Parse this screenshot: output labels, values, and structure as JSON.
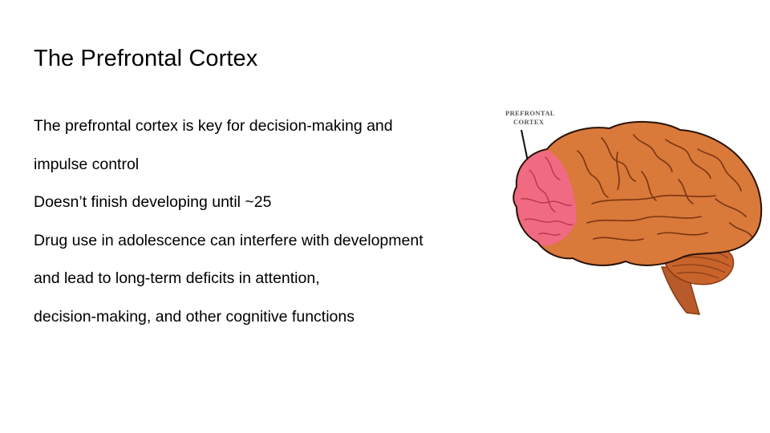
{
  "slide": {
    "title": "The Prefrontal Cortex",
    "body_lines": [
      "The prefrontal cortex is key for decision-making and",
      "impulse control",
      "Doesn’t finish developing until ~25",
      "Drug use in adolescence can interfere with development",
      "and lead to long-term deficits in attention,",
      "decision-making, and other cognitive functions"
    ]
  },
  "figure": {
    "label_line1": "Prefrontal",
    "label_line2": "Cortex",
    "colors": {
      "brain": "#d9793a",
      "brain_dark": "#8a3b12",
      "prefrontal": "#f06a82",
      "cerebellum": "#c8632c",
      "stem": "#b85a2a"
    }
  }
}
